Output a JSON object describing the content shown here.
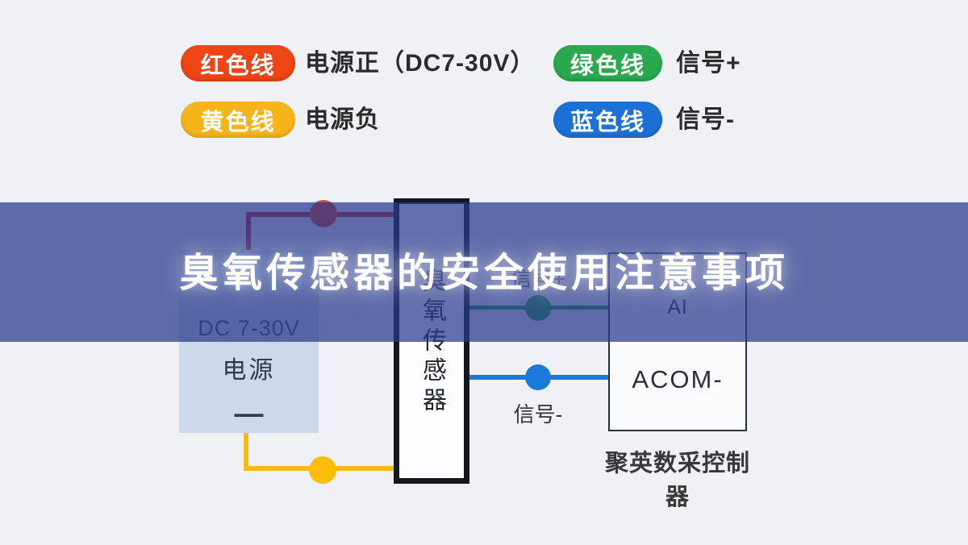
{
  "colors": {
    "page_bg": "#f0f1f4",
    "banner_overlay": "rgba(40,58,140,0.73)",
    "title_color": "#ffffff"
  },
  "legend": {
    "items": [
      {
        "pill": "红色线",
        "pill_color": "#ee4517",
        "label": "电源正（DC7-30V）"
      },
      {
        "pill": "黄色线",
        "pill_color": "#f6b41b",
        "label": "电源负"
      },
      {
        "pill": "绿色线",
        "pill_color": "#29a84e",
        "label": "信号+"
      },
      {
        "pill": "蓝色线",
        "pill_color": "#1d70d4",
        "label": "信号-"
      }
    ]
  },
  "banner": {
    "title": "臭氧传感器的安全使用注意事项"
  },
  "diagram": {
    "power_box": {
      "voltage": "DC 7-30V",
      "name": "电源",
      "minus_terminal": "—"
    },
    "sensor_box": {
      "name": "臭氧传感器"
    },
    "controller": {
      "terminal_ai": "AI",
      "terminal_acom": "ACOM-",
      "caption": "聚英数采控制器"
    },
    "labels": {
      "signal_plus": "信号+",
      "signal_minus": "信号-"
    },
    "wires": {
      "red": "#c8303a",
      "yellow": "#f6bb14",
      "green": "#1f9e58",
      "blue": "#187ad9"
    },
    "dots": {
      "red": "#e0492f",
      "yellow": "#fcbd0a",
      "green": "#28a74c",
      "blue": "#1b79d9"
    }
  }
}
